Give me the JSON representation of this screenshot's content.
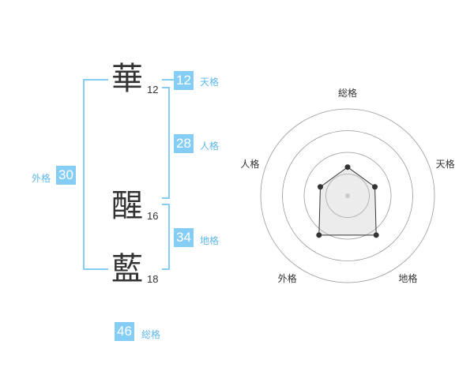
{
  "characters": [
    {
      "char": "華",
      "strokes": "12"
    },
    {
      "char": "醒",
      "strokes": "16"
    },
    {
      "char": "藍",
      "strokes": "18"
    }
  ],
  "kakusu": {
    "tenkaku": {
      "value": "12",
      "label": "天格"
    },
    "jinkaku": {
      "value": "28",
      "label": "人格"
    },
    "chikaku": {
      "value": "34",
      "label": "地格"
    },
    "gaikaku": {
      "value": "30",
      "label": "外格"
    },
    "soukaku": {
      "value": "46",
      "label": "総格"
    }
  },
  "chart_data": {
    "type": "radar",
    "axes": [
      "総格",
      "天格",
      "地格",
      "外格",
      "人格"
    ],
    "series": [
      {
        "values": [
          0.33,
          0.33,
          0.56,
          0.56,
          0.33
        ]
      }
    ],
    "rings": 4,
    "grid": true
  },
  "colors": {
    "accent": "#86cdf5",
    "accent_text": "#5fb8ea",
    "text": "#333333"
  }
}
